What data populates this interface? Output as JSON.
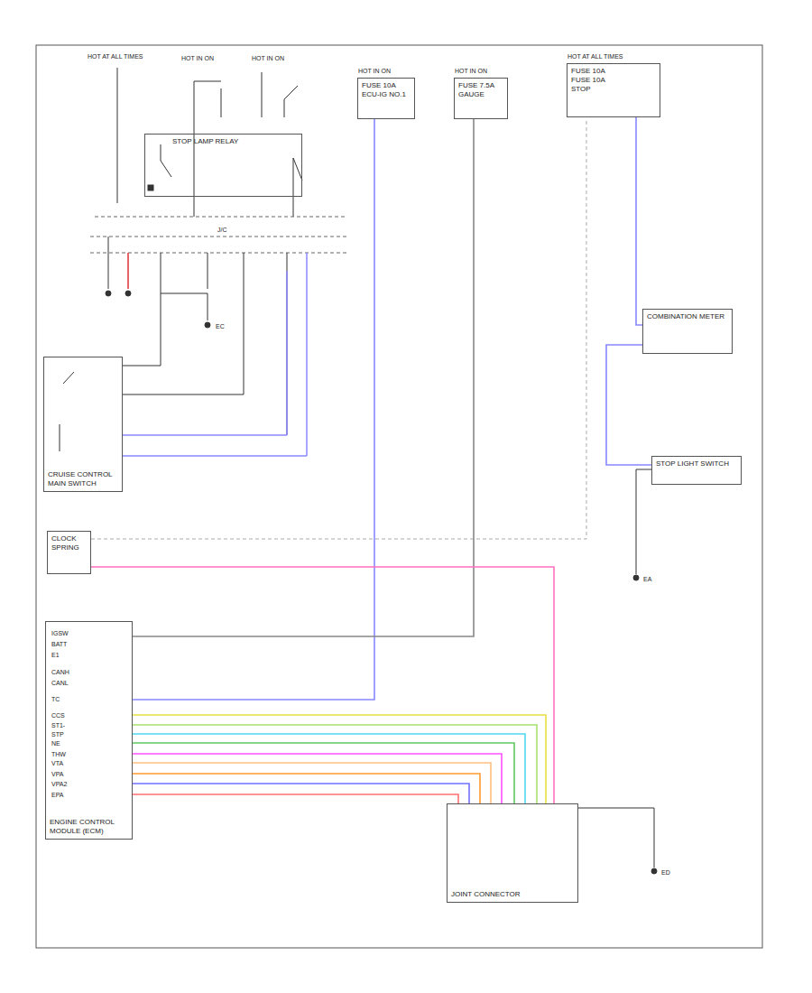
{
  "diagram": {
    "nodes": [
      {
        "text": [
          "FUSE 10A",
          "ECU-IG NO.1"
        ]
      },
      {
        "text": [
          "FUSE 7.5A",
          "GAUGE"
        ]
      },
      {
        "text": [
          "FUSE 10A",
          "FUSE 10A",
          "STOP"
        ]
      },
      {
        "text": [
          "STOP LAMP RELAY"
        ]
      },
      {
        "text": [
          "CRUISE CONTROL MAIN SWITCH"
        ]
      },
      {
        "text": [
          "CLOCK SPRING"
        ]
      },
      {
        "text": [
          "ENGINE CONTROL MODULE (ECM)"
        ]
      },
      {
        "text": [
          "COMBINATION METER"
        ]
      },
      {
        "text": [
          "STOP LIGHT SWITCH"
        ]
      },
      {
        "text": [
          "JOINT CONNECTOR"
        ]
      }
    ],
    "edges": [
      {
        "from": 0,
        "to": 6,
        "arrow": "none"
      },
      {
        "from": 1,
        "to": 6,
        "arrow": "none"
      },
      {
        "from": 2,
        "to": 7,
        "arrow": "none"
      },
      {
        "from": 7,
        "to": 8,
        "arrow": "none"
      },
      {
        "from": 5,
        "to": 9,
        "arrow": "none"
      },
      {
        "from": 6,
        "to": 9,
        "arrow": "none"
      },
      {
        "from": 6,
        "to": 9,
        "arrow": "none"
      },
      {
        "from": 6,
        "to": 9,
        "arrow": "none"
      },
      {
        "from": 6,
        "to": 9,
        "arrow": "none"
      },
      {
        "from": 6,
        "to": 9,
        "arrow": "none"
      },
      {
        "from": 6,
        "to": 9,
        "arrow": "none"
      },
      {
        "from": 6,
        "to": 9,
        "arrow": "none"
      },
      {
        "from": 6,
        "to": 9,
        "arrow": "none"
      },
      {
        "from": 6,
        "to": 9,
        "arrow": "none"
      }
    ],
    "labels": [
      "HOT AT ALL TIMES",
      "HOT IN ON",
      "HOT IN ON",
      "HOT IN ON",
      "HOT IN ON",
      "HOT AT ALL TIMES",
      "J/C",
      "IGSW",
      "BATT",
      "E1",
      "CANH",
      "CANL",
      "TC",
      "CCS",
      "ST1-",
      "STP",
      "NE",
      "THW",
      "VTA",
      "VPA",
      "VPA2",
      "EPA",
      "EC",
      "EA",
      "ED"
    ]
  }
}
